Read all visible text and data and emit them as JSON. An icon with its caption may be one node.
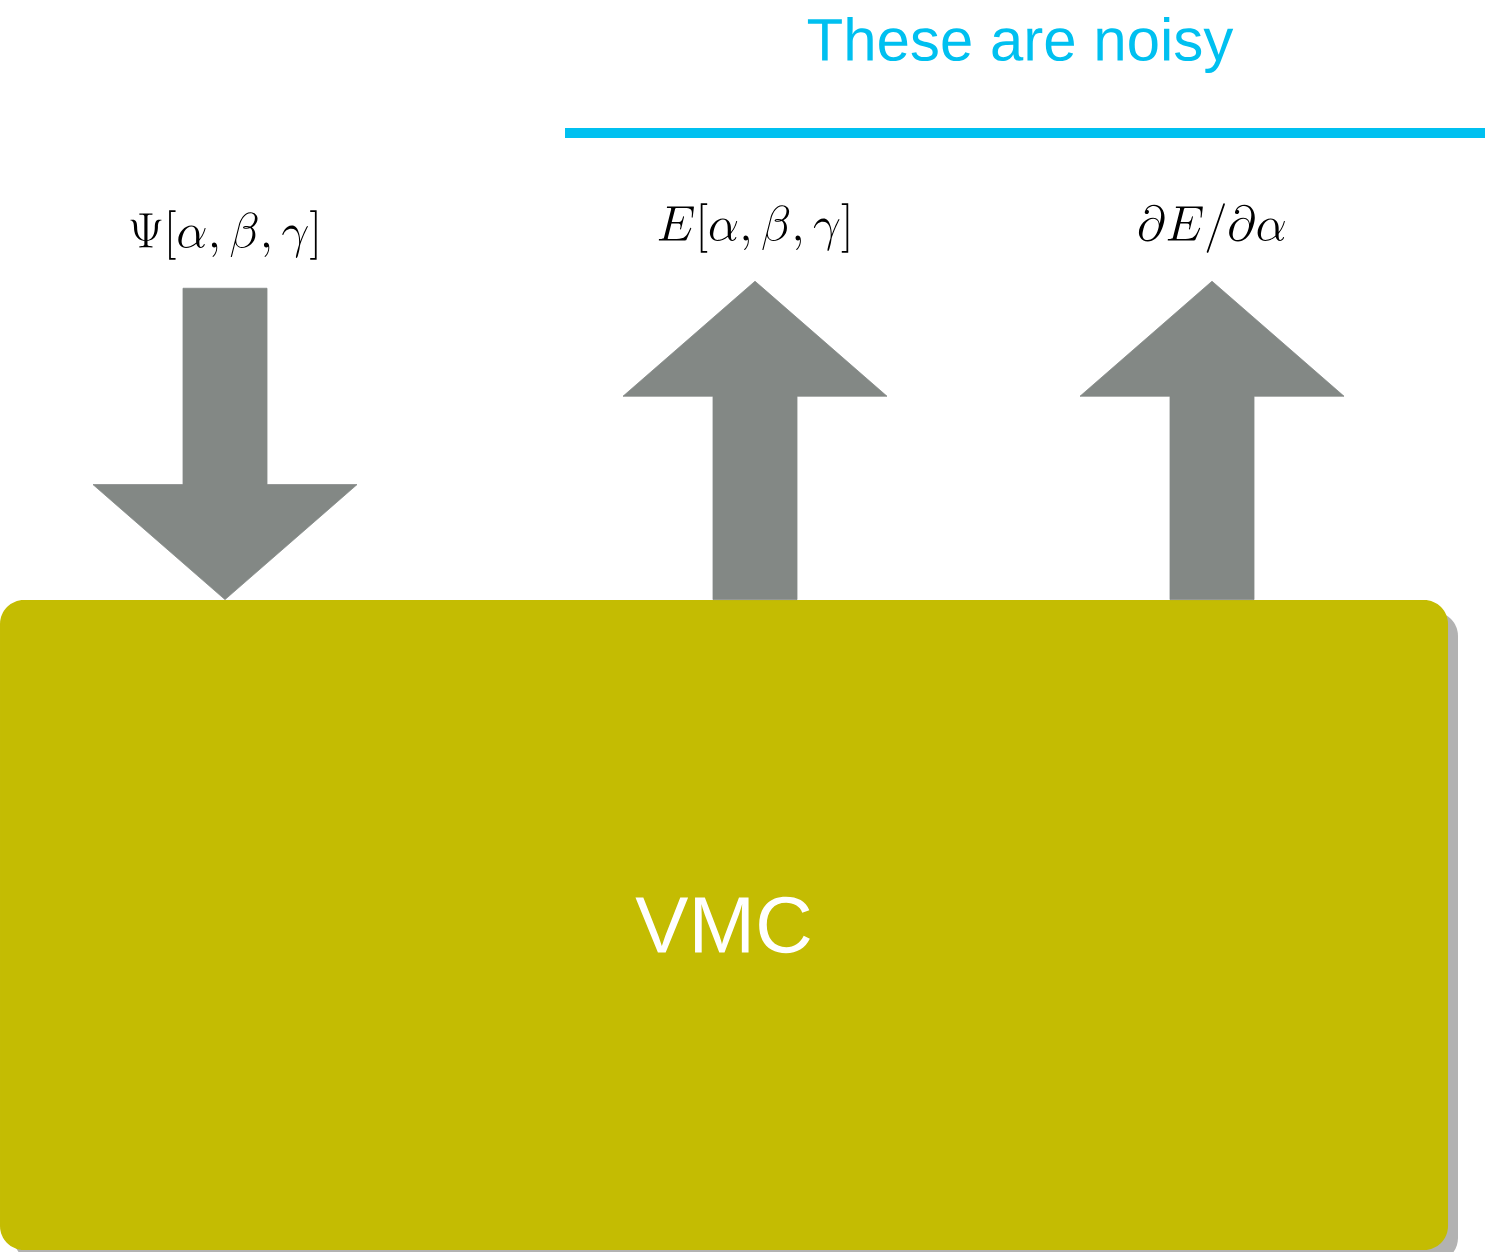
{
  "diagram": {
    "nodes": [
      {
        "text": [
          "\\Psi[\\alpha,\\beta,\\gamma]"
        ]
      },
      {
        "text": [
          "E[\\alpha,\\beta,\\gamma]"
        ]
      },
      {
        "text": [
          "\\partial E/\\partial\\alpha"
        ]
      },
      {
        "text": [
          "VMC"
        ]
      }
    ],
    "edges": [
      {
        "from": 0,
        "to": 3,
        "arrow": "to"
      },
      {
        "from": 3,
        "to": 1,
        "arrow": "to"
      },
      {
        "from": 3,
        "to": 2,
        "arrow": "to"
      }
    ],
    "labels": [
      "These are noisy"
    ]
  }
}
